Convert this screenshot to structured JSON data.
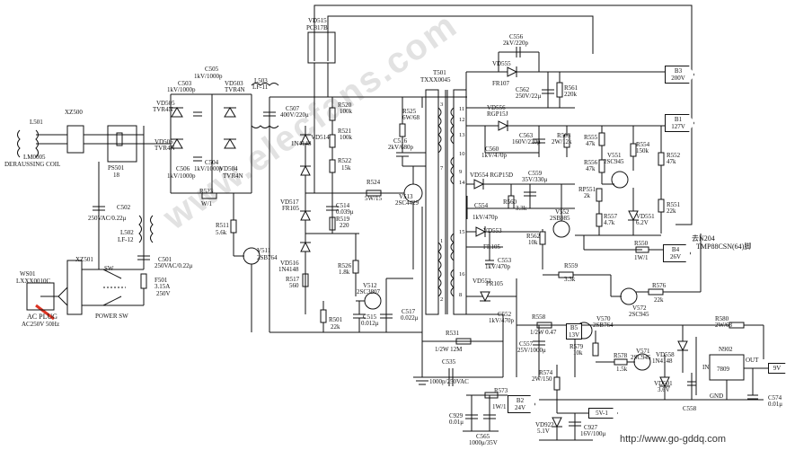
{
  "watermark": "www.elecfans.com",
  "url": "http://www.go-gddq.com",
  "connectors": {
    "b3": {
      "id": "B3",
      "value": "200V"
    },
    "b1": {
      "id": "B1",
      "value": "127V"
    },
    "b4": {
      "id": "B4",
      "value": "26V"
    },
    "b2": {
      "id": "B2",
      "value": "24V"
    },
    "v9": "9V",
    "v5": "5V-1",
    "b5": {
      "id": "B5",
      "value": "13V"
    }
  },
  "n902": {
    "name": "N902",
    "part": "7809",
    "in": "IN",
    "gnd": "GND",
    "out": "OUT"
  },
  "labels": {
    "vd515": "VD515",
    "pc817b": "PC817B",
    "t501": "T501",
    "t501_part": "TXXX0045",
    "c556": "C556",
    "c556_val": "2kV/220p",
    "vd555": "VD555",
    "fr107": "FR107",
    "c562": "C562",
    "c562_val": "250V/22μ",
    "r561": "R561",
    "r561_val": "220k",
    "vd556": "VD556",
    "rgp15j": "RGP15J",
    "c563": "C563",
    "c563_val": "160V/220μ",
    "r563": "R563",
    "r563_val": "2W/12k",
    "r555": "R555",
    "r555_val": "47k",
    "r556": "R556",
    "r556_val": "47k",
    "v551": "V551",
    "v551_part": "2SC945",
    "r554": "R554",
    "r554_val": "150k",
    "r552": "R552",
    "r552_val": "47k",
    "r551": "R551",
    "r551_val": "22k",
    "rp551": "RP551",
    "rp551_val": "2k",
    "r557": "R557",
    "r557_val": "4.7k",
    "vd551": "VD551",
    "vd551_val": "6.2V",
    "c560": "C560",
    "c560_val": "1kV/470p",
    "vd554": "VD554 RGP15D",
    "c559": "C559",
    "c559_val": "35V/330μ",
    "c554": "C554",
    "c554_val": "1kV/470p",
    "r560": "R560",
    "r560_val": "3.3k",
    "v552": "V552",
    "v552_part": "2SB985",
    "vd553": "VD553",
    "fr105a": "FR105",
    "c553": "C553",
    "c553_val": "1kV/470p",
    "r562": "R562",
    "r562_val": "10k",
    "r559": "R559",
    "r559_val": "3.3k",
    "r550": "R550",
    "r550_val": "1W/1",
    "n204_1": "去N204",
    "n204_2": "TMP88CSN(64)脚",
    "vd552": "VD552",
    "fr105b": "FR105",
    "c552": "C552",
    "c552_val": "1kV/470p",
    "r576": "R576",
    "r576_val": "22k",
    "v572": "V572",
    "v572_part": "2SC945",
    "r558": "R558",
    "r558_val": "1/2W 0.47",
    "v570": "V570",
    "v570_part": "2SB764",
    "r579": "R579",
    "r579_val": "10k",
    "c557": "C557",
    "c557_val": "25V/1000μ",
    "r578": "R578",
    "r578_val": "1.5k",
    "v571": "V571",
    "v571_part": "2SC945",
    "vd501": "VD501",
    "vd501_val": "3.6V",
    "vd558": "VD558",
    "vd558_part": "1N4148",
    "r580": "R580",
    "r580_val": "2W/68",
    "c558": "C558",
    "c574": "C574",
    "c574_val": "0.01μ",
    "r574": "R574",
    "r574_val": "2W/150",
    "r573": "R573",
    "r573_val": "1W/1",
    "c929": "C929",
    "c929_val": "0.01μ",
    "c565": "C565",
    "c565_val": "1000μ/35V",
    "vd922": "VD922",
    "vd922_val": "5.1V",
    "c927": "C927",
    "c927_val": "16V/100μ",
    "r531": "R531",
    "r531_val": "1/2W 12M",
    "c535": "C535",
    "c535_val": "1000p/250VAC",
    "r501": "R501",
    "r501_val": "22k",
    "c515": "C515",
    "c515_val": "0.012μ",
    "c517": "C517",
    "c517_val": "0.022μ",
    "v512": "V512",
    "v512_part": "2SC3807",
    "r526": "R526",
    "r526_val": "1.8k",
    "v513": "V513",
    "v513_part": "2SC4429",
    "r524": "R524",
    "r524_val": "5W/15",
    "c516": "C516",
    "c516_val": "2kV/680p",
    "r525": "R525",
    "r525_val": "6W/68",
    "r520": "R520",
    "r520_val": "100k",
    "r521": "R521",
    "r521_val": "100k",
    "r522": "R522",
    "r522_val": "15k",
    "c514": "C514",
    "c514_val": "0.039μ",
    "r519": "R519",
    "r519_val": "220",
    "vd514": "VD514",
    "vd514_part": "1N4148",
    "vd517": "VD517",
    "vd517_part": "FR105",
    "vd516": "VD516",
    "vd516_part": "1N4148",
    "r517": "R517",
    "r517_val": "560",
    "c507": "C507",
    "c507_val": "400V/220μ",
    "l503": "L503",
    "l503_val": "LF-11",
    "c505": "C505",
    "c505_val": "1kV/1000p",
    "vd503": "VD503",
    "vd503_part": "TVR4N",
    "c503": "C503",
    "c503_val": "1kV/1000p",
    "vd505": "VD505",
    "vd505_part": "TVR4N",
    "vd506": "VD506",
    "vd506_part": "TVR4N",
    "c506": "C506",
    "c506_val": "1kV/1000p",
    "c504": "C504",
    "c504_val": "1kV/1000p",
    "vd504": "VD504",
    "vd504_part": "TVR4N",
    "r523": "R523",
    "r523_val": "W/1",
    "r511": "R511",
    "r511_val": "5.6k",
    "v511": "V511",
    "v511_part": "2SB764",
    "l501": "L501",
    "lm0005": "LM0005",
    "degauss": "DERAUSSING COIL",
    "xz500": "XZ500",
    "ps501": "PS501",
    "ps501_val": "18",
    "c502": "C502",
    "c502_val": "250VAC/0.22μ",
    "l502": "L502",
    "l502_val": "LF-12",
    "c501": "C501",
    "c501_val": "250VAC/0.22μ",
    "f501": "F501",
    "f501_val1": "3.15A",
    "f501_val2": "250V",
    "xz501": "XZ501",
    "ws01": "WS01",
    "lxxx0010c": "LXXX0010C",
    "sw": "SW",
    "power_sw": "POWER SW",
    "ac_plug": "AC PLUG",
    "ac_plug_val": "AC250V 50Hz"
  }
}
